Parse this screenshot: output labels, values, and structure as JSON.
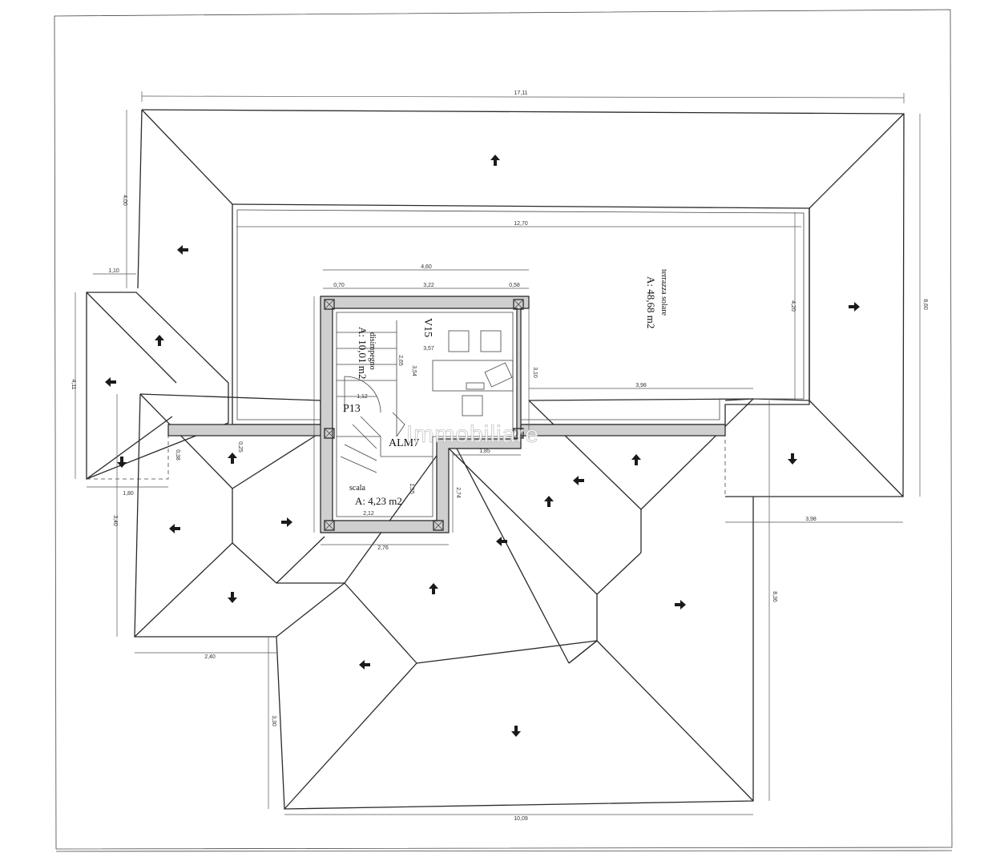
{
  "rooms": {
    "disimpegno": {
      "name": "disimpegno",
      "area": "A: 10,01 m2"
    },
    "scala": {
      "name": "scala",
      "area": "A: 4,23 m2"
    },
    "terrazza": {
      "name": "terrazza solare",
      "area": "A: 48,68 m2"
    }
  },
  "codes": {
    "window": "V15",
    "door": "P13",
    "alm": "ALM7"
  },
  "dimensions": {
    "top_total": "17,11",
    "inner_width": "12,70",
    "stair_total": "4,60",
    "stair_left": "0,70",
    "stair_mid": "3,22",
    "stair_right": "0,58",
    "left_overhang": "1,10",
    "left_height": "4,11",
    "left_wing": "1,80",
    "top_left_height": "4,00",
    "right_height": "8,60",
    "terrace_depth": "4,20",
    "door_width": "1,12",
    "inner_a": "3,57",
    "inner_b": "2,65",
    "inner_c": "3,54",
    "inner_d": "3,10",
    "right_ext": "3,98",
    "right_bottom": "3,98",
    "small_h": "0,38",
    "small_w": "0,25",
    "scala_w": "2,12",
    "scala_bottom": "2,76",
    "scala_h": "1,55",
    "scala_side": "2,74",
    "alm_w": "1,85",
    "lower_left_h": "3,40",
    "lower_left_w": "2,40",
    "right_long": "8,36",
    "bottom_h": "3,30",
    "bottom_total": "10,09"
  },
  "watermark": "Immobiliare",
  "colors": {
    "line": "#2a2a2a",
    "wall_fill": "#cfcfcf",
    "paper": "#ffffff"
  }
}
